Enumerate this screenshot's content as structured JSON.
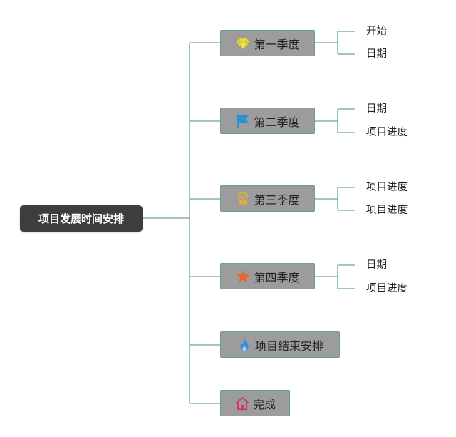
{
  "root": {
    "label": "项目发展时间安排"
  },
  "nodes": [
    {
      "label": "第一季度",
      "icon": "diamond-icon",
      "icon_color": "#e8d84a",
      "children": [
        "开始",
        "日期"
      ]
    },
    {
      "label": "第二季度",
      "icon": "flag-icon",
      "icon_color": "#2d8fd6",
      "children": [
        "日期",
        "项目进度"
      ]
    },
    {
      "label": "第三季度",
      "icon": "award-medal-icon",
      "icon_color": "#e0b43a",
      "children": [
        "项目进度",
        "项目进度"
      ]
    },
    {
      "label": "第四季度",
      "icon": "star-icon",
      "icon_color": "#e2683a",
      "children": [
        "日期",
        "项目进度"
      ]
    },
    {
      "label": "项目结束安排",
      "icon": "flame-icon",
      "icon_color": "#2f8fe0",
      "children": []
    },
    {
      "label": "完成",
      "icon": "home-icon",
      "icon_color": "#d6335a",
      "children": []
    }
  ],
  "colors": {
    "connector": "#6aa88c",
    "root_bg": "#3d3d3d",
    "node_bg": "#9c9c9c"
  }
}
